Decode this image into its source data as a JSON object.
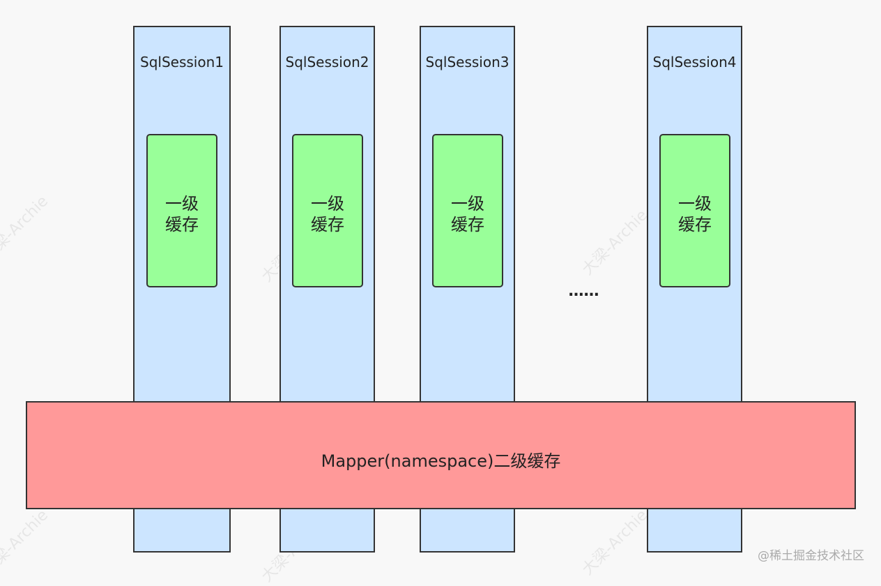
{
  "diagram": {
    "sessions": [
      {
        "label": "SqlSession1",
        "cache_label": "一级\n缓存"
      },
      {
        "label": "SqlSession2",
        "cache_label": "一级\n缓存"
      },
      {
        "label": "SqlSession3",
        "cache_label": "一级\n缓存"
      },
      {
        "label": "SqlSession4",
        "cache_label": "一级\n缓存"
      }
    ],
    "ellipsis": "……",
    "mapper_label": "Mapper(namespace)二级缓存"
  },
  "watermark": {
    "text": "大梁-Archie",
    "footer": "@稀土掘金技术社区"
  },
  "colors": {
    "background": "#f8f8f8",
    "session_fill": "#cce5ff",
    "l1_cache_fill": "#99ff99",
    "mapper_fill": "#ff9999",
    "stroke": "#333333"
  }
}
